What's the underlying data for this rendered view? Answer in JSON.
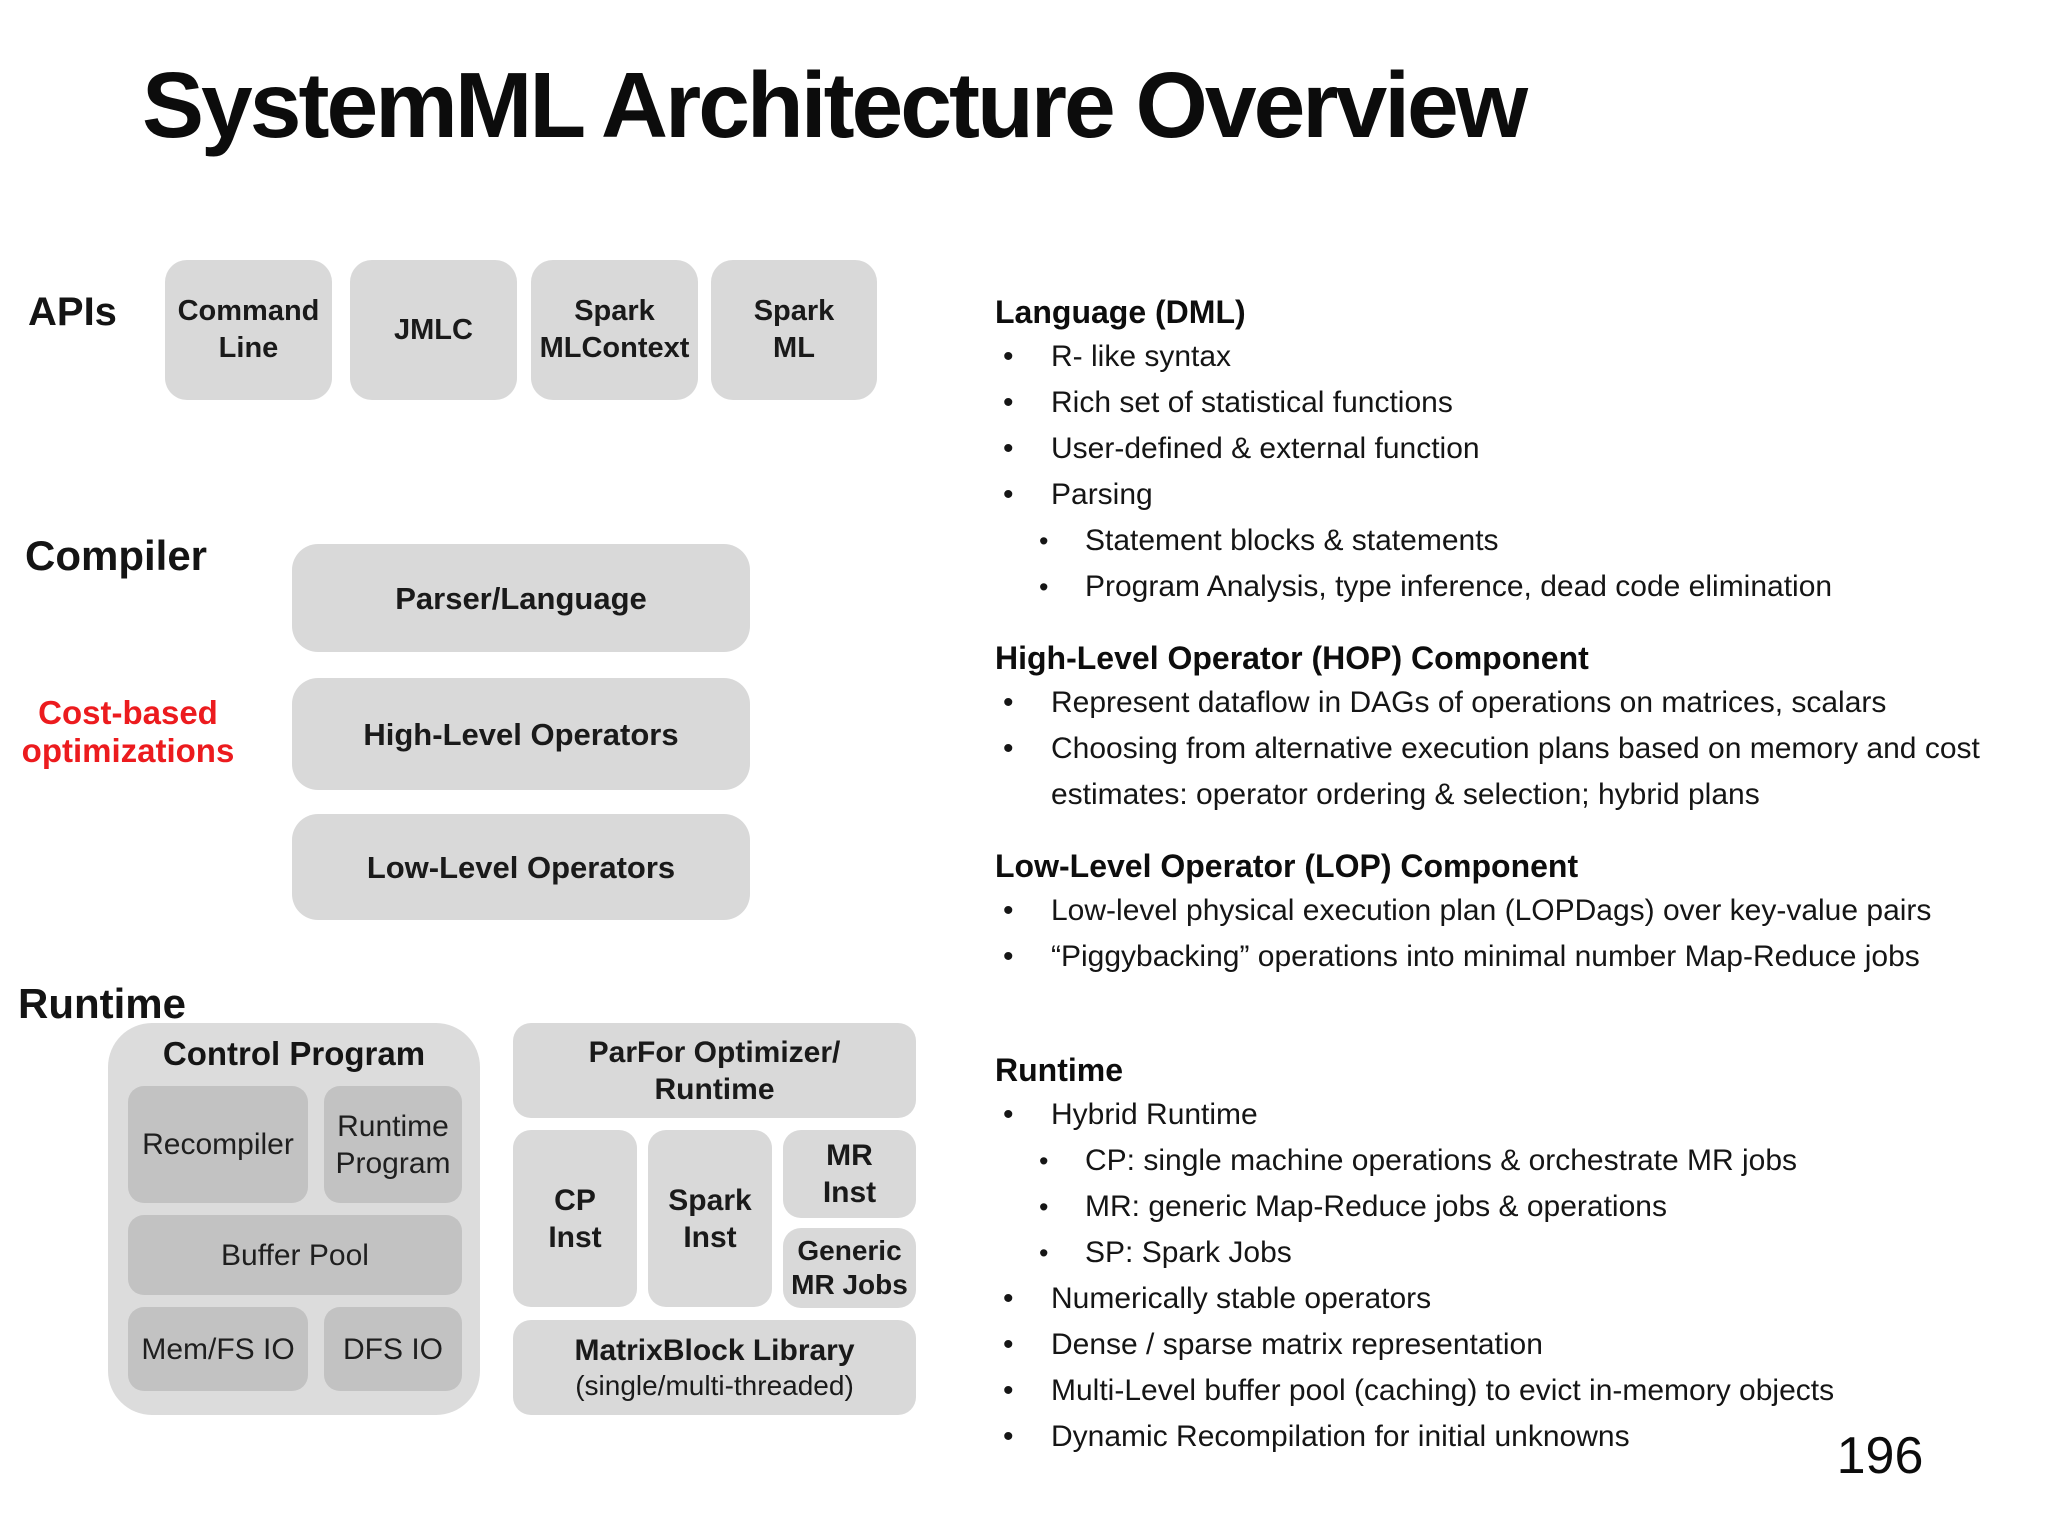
{
  "title": "SystemML Architecture Overview",
  "page_number": "196",
  "colors": {
    "background": "#ffffff",
    "box_light_gray": "#d9d9d9",
    "box_outer_gray": "#dcdcdc",
    "box_inner_gray": "#c2c2c2",
    "accent_red": "#ec1b1e",
    "text": "#111111"
  },
  "diagram": {
    "apis_label": "APIs",
    "api_boxes": [
      "Command\nLine",
      "JMLC",
      "Spark\nMLContext",
      "Spark\nML"
    ],
    "compiler_label": "Compiler",
    "cost_note": "Cost-based\noptimizations",
    "compiler_boxes": [
      "Parser/Language",
      "High-Level Operators",
      "Low-Level Operators"
    ],
    "runtime_label": "Runtime",
    "control_program": {
      "title": "Control Program",
      "recompiler": "Recompiler",
      "runtime_program": "Runtime\nProgram",
      "buffer_pool": "Buffer Pool",
      "mem_fs_io": "Mem/FS IO",
      "dfs_io": "DFS IO"
    },
    "runtime_boxes": {
      "parfor": "ParFor Optimizer/\nRuntime",
      "cp_inst": "CP\nInst",
      "spark_inst": "Spark\nInst",
      "mr_inst": "MR\nInst",
      "generic_mr_jobs": "Generic\nMR Jobs",
      "matrixblock_title": "MatrixBlock Library",
      "matrixblock_sub": "(single/multi-threaded)"
    }
  },
  "right": {
    "language": {
      "heading": "Language (DML)",
      "items": [
        "R- like syntax",
        "Rich set of statistical functions",
        "User-defined & external function",
        "Parsing",
        "Statement blocks & statements",
        "Program Analysis, type inference, dead code elimination"
      ]
    },
    "hop": {
      "heading": "High-Level Operator (HOP) Component",
      "items": [
        "Represent dataflow in DAGs of operations on matrices, scalars",
        "Choosing from alternative execution plans based on memory and cost estimates: operator ordering & selection; hybrid plans"
      ]
    },
    "lop": {
      "heading": "Low-Level Operator (LOP) Component",
      "items": [
        "Low-level physical execution plan (LOPDags) over key-value pairs",
        "“Piggybacking” operations into minimal number Map-Reduce jobs"
      ]
    },
    "runtime": {
      "heading": "Runtime",
      "items": [
        "Hybrid Runtime",
        "CP: single machine operations & orchestrate MR jobs",
        "MR: generic Map-Reduce jobs & operations",
        "SP: Spark Jobs",
        "Numerically stable operators",
        "Dense / sparse matrix representation",
        "Multi-Level buffer pool (caching) to evict in-memory objects",
        "Dynamic Recompilation for initial unknowns"
      ]
    }
  }
}
